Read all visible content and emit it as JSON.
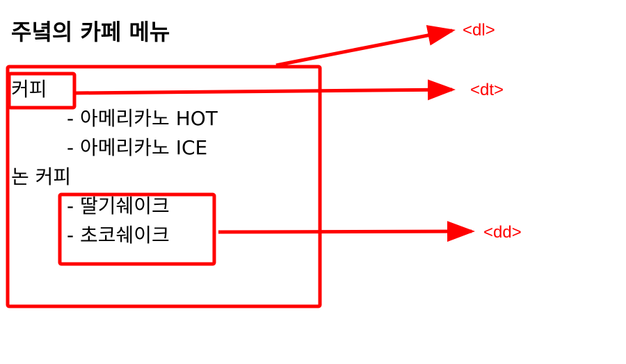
{
  "title": "주녘의 카페 메뉴",
  "menu": {
    "categories": [
      {
        "name": "커피",
        "items": [
          "- 아메리카노 HOT",
          "- 아메리카노 ICE"
        ]
      },
      {
        "name": "논 커피",
        "items": [
          "- 딸기쉐이크",
          "- 초코쉐이크"
        ]
      }
    ]
  },
  "annotations": {
    "color": "#ff0000",
    "dl_label": "<dl>",
    "dt_label": "<dt>",
    "dd_label": "<dd>"
  }
}
